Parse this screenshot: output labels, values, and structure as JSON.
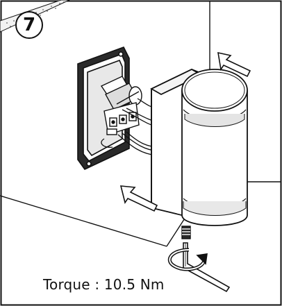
{
  "diagram": {
    "step_number": "7",
    "torque_text": "Torque : 10.5 Nm",
    "colors": {
      "line": "#111111",
      "fill": "#ffffff",
      "shade": "#e6e6e6",
      "dark_shade": "#bdbdbd"
    },
    "icons": [
      "step-number-circle",
      "mounting-arrow-icon",
      "rotation-arrow-icon",
      "hex-key-icon"
    ]
  }
}
